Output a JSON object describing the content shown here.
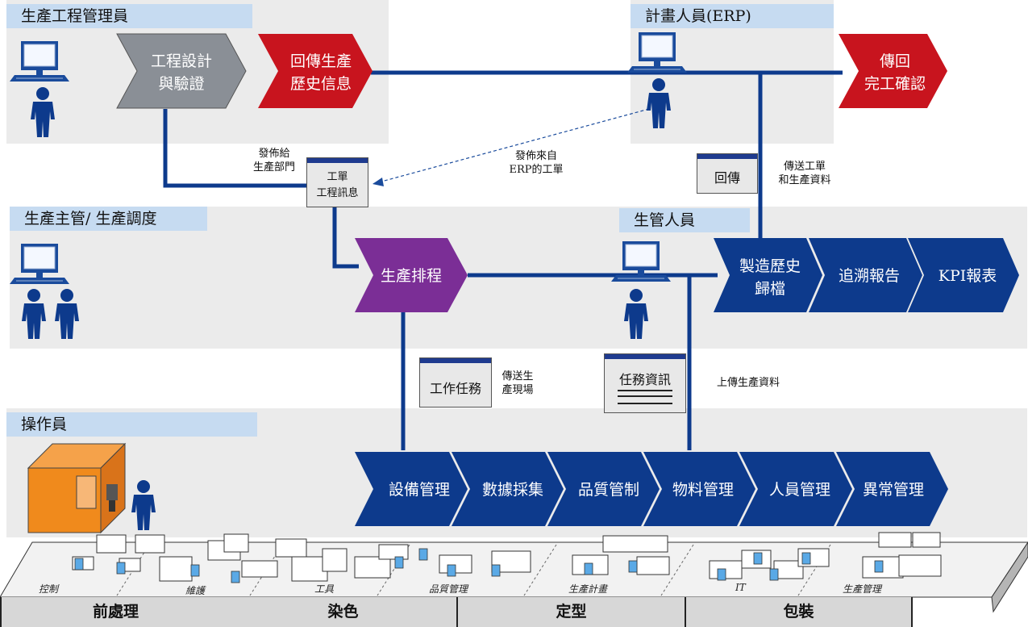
{
  "roles": {
    "engineering_manager": "生產工程管理員",
    "planner": "計畫人員(ERP)",
    "production_supervisor": "生產主管/ 生產調度",
    "production_staff": "生管人員",
    "operator": "操作員"
  },
  "process_steps": {
    "eng_design": [
      "工程設計",
      "與驗證"
    ],
    "return_history": [
      "回傳生產",
      "歷史信息"
    ],
    "return_confirm": [
      "傳回",
      "完工確認"
    ],
    "scheduling": "生產排程",
    "archive": [
      "製造歷史",
      "歸檔"
    ],
    "trace_report": "追溯報告",
    "kpi_report": "KPI報表"
  },
  "modules": [
    "設備管理",
    "數據採集",
    "品質管制",
    "物料管理",
    "人員管理",
    "異常管理"
  ],
  "documents": {
    "work_order": [
      "工單",
      "工程訊息"
    ],
    "return_doc": "回傳",
    "work_task": "工作任務",
    "task_info": "任務資訊"
  },
  "annotations": {
    "release_to_production": [
      "發佈給",
      "生產部門"
    ],
    "release_from_erp": [
      "發佈來自",
      "ERP的工單"
    ],
    "send_work_order": [
      "傳送工單",
      "和生產資料"
    ],
    "send_to_floor": [
      "傳送生",
      "產現場"
    ],
    "upload_production_data": "上傳生產資料"
  },
  "floor_labels": [
    "控制",
    "維護",
    "工具",
    "品質管理",
    "生產計畫",
    "IT",
    "生產管理"
  ],
  "bottom_stages": [
    "前處理",
    "染色",
    "定型",
    "包裝"
  ],
  "colors": {
    "navy": "#0d3a8c",
    "red": "#c8141e",
    "gray_step": "#8a8f96",
    "purple": "#7b2e96",
    "band": "#ebebeb",
    "role_label": "#c6dbf1",
    "machine": "#f08a1c"
  }
}
